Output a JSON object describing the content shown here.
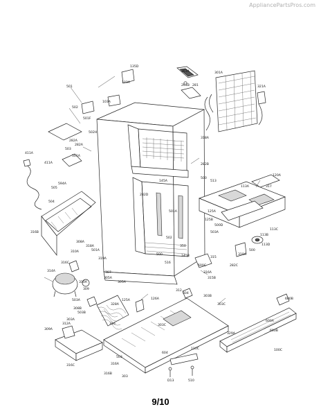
{
  "watermark": "AppliancePartsPros.com",
  "page_number": "9/10",
  "labels": [
    {
      "text": "135D"
    },
    {
      "text": "261A"
    },
    {
      "text": "301A"
    },
    {
      "text": "261B"
    },
    {
      "text": "281"
    },
    {
      "text": "501"
    },
    {
      "text": "103A"
    },
    {
      "text": "502"
    },
    {
      "text": "501F"
    },
    {
      "text": "502H"
    },
    {
      "text": "282A"
    },
    {
      "text": "321A"
    },
    {
      "text": "103A"
    },
    {
      "text": "318A"
    },
    {
      "text": "411A"
    },
    {
      "text": "282A"
    },
    {
      "text": "503"
    },
    {
      "text": "501A"
    },
    {
      "text": "282B"
    },
    {
      "text": "411A"
    },
    {
      "text": "594A"
    },
    {
      "text": "282D"
    },
    {
      "text": "500"
    },
    {
      "text": "513"
    },
    {
      "text": "120A"
    },
    {
      "text": "505"
    },
    {
      "text": "504"
    },
    {
      "text": "145A"
    },
    {
      "text": "113A"
    },
    {
      "text": "317"
    },
    {
      "text": "125A"
    },
    {
      "text": "501A"
    },
    {
      "text": "316B"
    },
    {
      "text": "125B"
    },
    {
      "text": "500D"
    },
    {
      "text": "503A"
    },
    {
      "text": "113C"
    },
    {
      "text": "113B"
    },
    {
      "text": "113D"
    },
    {
      "text": "500"
    },
    {
      "text": "319A"
    },
    {
      "text": "500"
    },
    {
      "text": "315"
    },
    {
      "text": "308A"
    },
    {
      "text": "318A"
    },
    {
      "text": "310A"
    },
    {
      "text": "316C"
    },
    {
      "text": "500C"
    },
    {
      "text": "501A"
    },
    {
      "text": "319A"
    },
    {
      "text": "145B"
    },
    {
      "text": "350"
    },
    {
      "text": "516"
    },
    {
      "text": "314A"
    },
    {
      "text": "307"
    },
    {
      "text": "305A"
    },
    {
      "text": "310A"
    },
    {
      "text": "309"
    },
    {
      "text": "503A"
    },
    {
      "text": "308B"
    },
    {
      "text": "282C"
    },
    {
      "text": "316A"
    },
    {
      "text": "305A"
    },
    {
      "text": "126A"
    },
    {
      "text": "312"
    },
    {
      "text": "315B"
    },
    {
      "text": "502"
    },
    {
      "text": "309A"
    },
    {
      "text": "312A"
    },
    {
      "text": "328A"
    },
    {
      "text": "125A"
    },
    {
      "text": "604"
    },
    {
      "text": "303B"
    },
    {
      "text": "303C"
    },
    {
      "text": "503B"
    },
    {
      "text": "303A"
    },
    {
      "text": "316"
    },
    {
      "text": "503"
    },
    {
      "text": "316A"
    },
    {
      "text": "316B"
    },
    {
      "text": "600B"
    },
    {
      "text": "329A"
    },
    {
      "text": "303"
    },
    {
      "text": "600A"
    },
    {
      "text": "600B"
    },
    {
      "text": "303C"
    },
    {
      "text": "604"
    },
    {
      "text": "110C"
    },
    {
      "text": "100C"
    },
    {
      "text": "316C"
    },
    {
      "text": "D13"
    },
    {
      "text": "510"
    }
  ]
}
